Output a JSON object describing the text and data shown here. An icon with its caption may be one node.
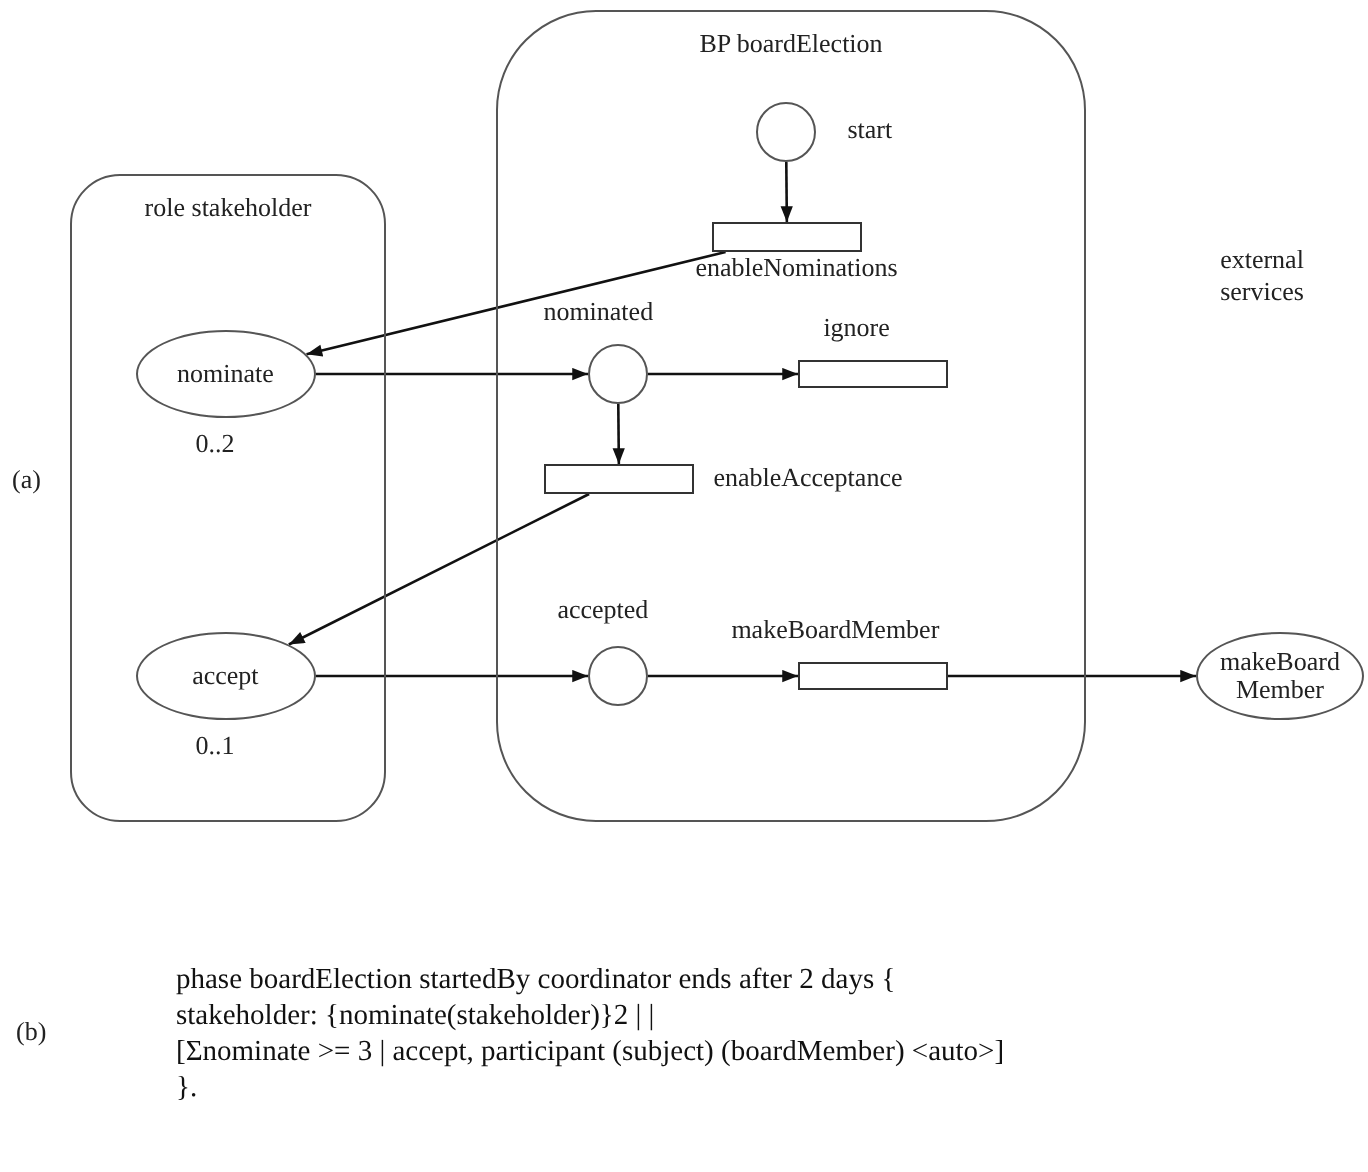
{
  "diagram": {
    "nodes": [
      {
        "text": [
          "role stakeholder"
        ]
      },
      {
        "text": [
          "nominate"
        ],
        "in": 0,
        "beside": [
          "0..2"
        ]
      },
      {
        "text": [
          "accept"
        ],
        "in": 0,
        "beside": [
          "0..1"
        ]
      },
      {
        "text": [
          "BP boardElection"
        ]
      },
      {
        "text": [],
        "shape": "circle",
        "in": 3,
        "beside": [
          "start"
        ]
      },
      {
        "text": [],
        "shape": "bar",
        "in": 3,
        "beside": [
          "enableNominations"
        ]
      },
      {
        "text": [],
        "shape": "circle",
        "in": 3,
        "beside": [
          "nominated"
        ]
      },
      {
        "text": [],
        "shape": "bar",
        "in": 3,
        "beside": [
          "ignore"
        ]
      },
      {
        "text": [],
        "shape": "bar",
        "in": 3,
        "beside": [
          "enableAcceptance"
        ]
      },
      {
        "text": [],
        "shape": "circle",
        "in": 3,
        "beside": [
          "accepted"
        ]
      },
      {
        "text": [],
        "shape": "bar",
        "in": 3,
        "beside": [
          "makeBoardMember"
        ]
      },
      {
        "text": [
          "makeBoard Member"
        ]
      }
    ],
    "edges": [
      {
        "from": 4,
        "to": 5,
        "arrow": "to"
      },
      {
        "from": 5,
        "to": 1,
        "arrow": "to"
      },
      {
        "from": 1,
        "to": 6,
        "arrow": "to"
      },
      {
        "from": 6,
        "to": 7,
        "arrow": "to"
      },
      {
        "from": 6,
        "to": 8,
        "arrow": "to"
      },
      {
        "from": 8,
        "to": 2,
        "arrow": "to"
      },
      {
        "from": 2,
        "to": 9,
        "arrow": "to"
      },
      {
        "from": 9,
        "to": 10,
        "arrow": "to"
      },
      {
        "from": 10,
        "to": 11,
        "arrow": "to"
      }
    ],
    "labels": [
      "external services",
      "(a)",
      "(b)",
      "phase boardElection startedBy coordinator ends after 2 days {",
      "stakeholder: {nominate(stakeholder)}2 | |",
      "[Σnominate >= 3 | accept, participant (subject) (boardMember) <auto>]",
      "}."
    ]
  }
}
